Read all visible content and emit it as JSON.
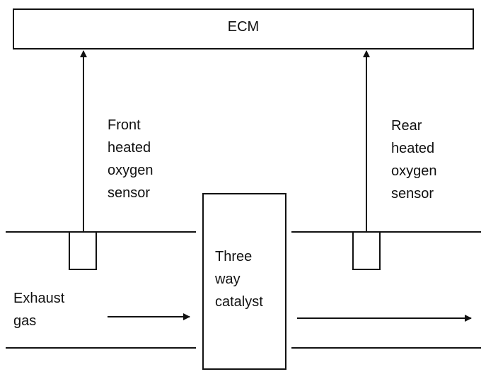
{
  "ecm": {
    "label": "ECM"
  },
  "front_sensor": {
    "lines": [
      "Front",
      "heated",
      "oxygen",
      "sensor"
    ]
  },
  "rear_sensor": {
    "lines": [
      "Rear",
      "heated",
      "oxygen",
      "sensor"
    ]
  },
  "catalyst": {
    "lines": [
      "Three",
      "way",
      "catalyst"
    ]
  },
  "exhaust": {
    "lines": [
      "Exhaust",
      "gas"
    ]
  }
}
